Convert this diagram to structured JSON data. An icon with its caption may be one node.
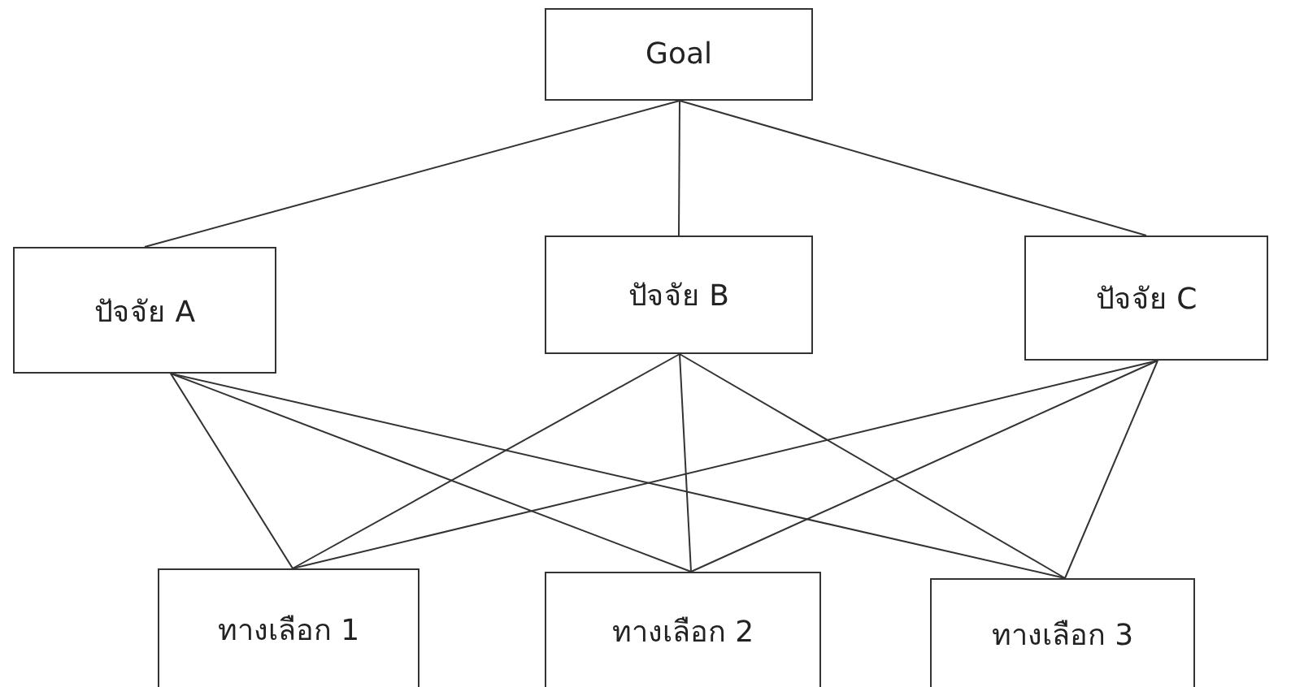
{
  "diagram": {
    "nodes": [
      {
        "text": [
          "Goal"
        ]
      },
      {
        "text": [
          "ปัจจัย A"
        ]
      },
      {
        "text": [
          "ปัจจัย B"
        ]
      },
      {
        "text": [
          "ปัจจัย C"
        ]
      },
      {
        "text": [
          "ทางเลือก 1"
        ]
      },
      {
        "text": [
          "ทางเลือก 2"
        ]
      },
      {
        "text": [
          "ทางเลือก 3"
        ]
      }
    ],
    "edges": [
      {
        "from": 0,
        "to": 1,
        "arrow": "none"
      },
      {
        "from": 0,
        "to": 2,
        "arrow": "none"
      },
      {
        "from": 0,
        "to": 3,
        "arrow": "none"
      },
      {
        "from": 1,
        "to": 4,
        "arrow": "none"
      },
      {
        "from": 1,
        "to": 5,
        "arrow": "none"
      },
      {
        "from": 1,
        "to": 6,
        "arrow": "none"
      },
      {
        "from": 2,
        "to": 4,
        "arrow": "none"
      },
      {
        "from": 2,
        "to": 5,
        "arrow": "none"
      },
      {
        "from": 2,
        "to": 6,
        "arrow": "none"
      },
      {
        "from": 3,
        "to": 4,
        "arrow": "none"
      },
      {
        "from": 3,
        "to": 5,
        "arrow": "none"
      },
      {
        "from": 3,
        "to": 6,
        "arrow": "none"
      }
    ]
  }
}
